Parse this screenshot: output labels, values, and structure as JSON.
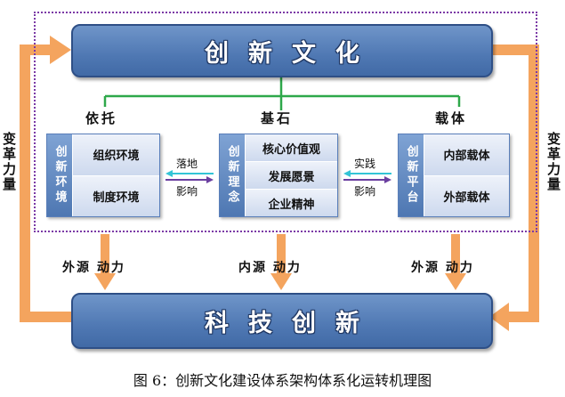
{
  "banners": {
    "top": "创新文化",
    "bottom": "科技创新"
  },
  "side_labels": {
    "left": "变革力量",
    "right": "变革力量"
  },
  "groups": [
    {
      "label": "依托",
      "title": "创新环境",
      "items": [
        "组织环境",
        "制度环境"
      ]
    },
    {
      "label": "基石",
      "title": "创新理念",
      "items": [
        "核心价值观",
        "发展愿景",
        "企业精神"
      ]
    },
    {
      "label": "载体",
      "title": "创新平台",
      "items": [
        "内部载体",
        "外部载体"
      ]
    }
  ],
  "links": {
    "left_top": "落地",
    "left_bottom": "影响",
    "right_top": "实践",
    "right_bottom": "影响"
  },
  "power_labels": [
    "外源 动力",
    "内源 动力",
    "外源 动力"
  ],
  "caption": "图 6：创新文化建设体系架构体系化运转机理图",
  "colors": {
    "banner": "#4f78b3",
    "frame": "#7b3aa6",
    "green": "#2ea84a",
    "orange": "#f4a45e",
    "arrow_left": "#33c4d6",
    "arrow_right": "#6b3fa0"
  }
}
